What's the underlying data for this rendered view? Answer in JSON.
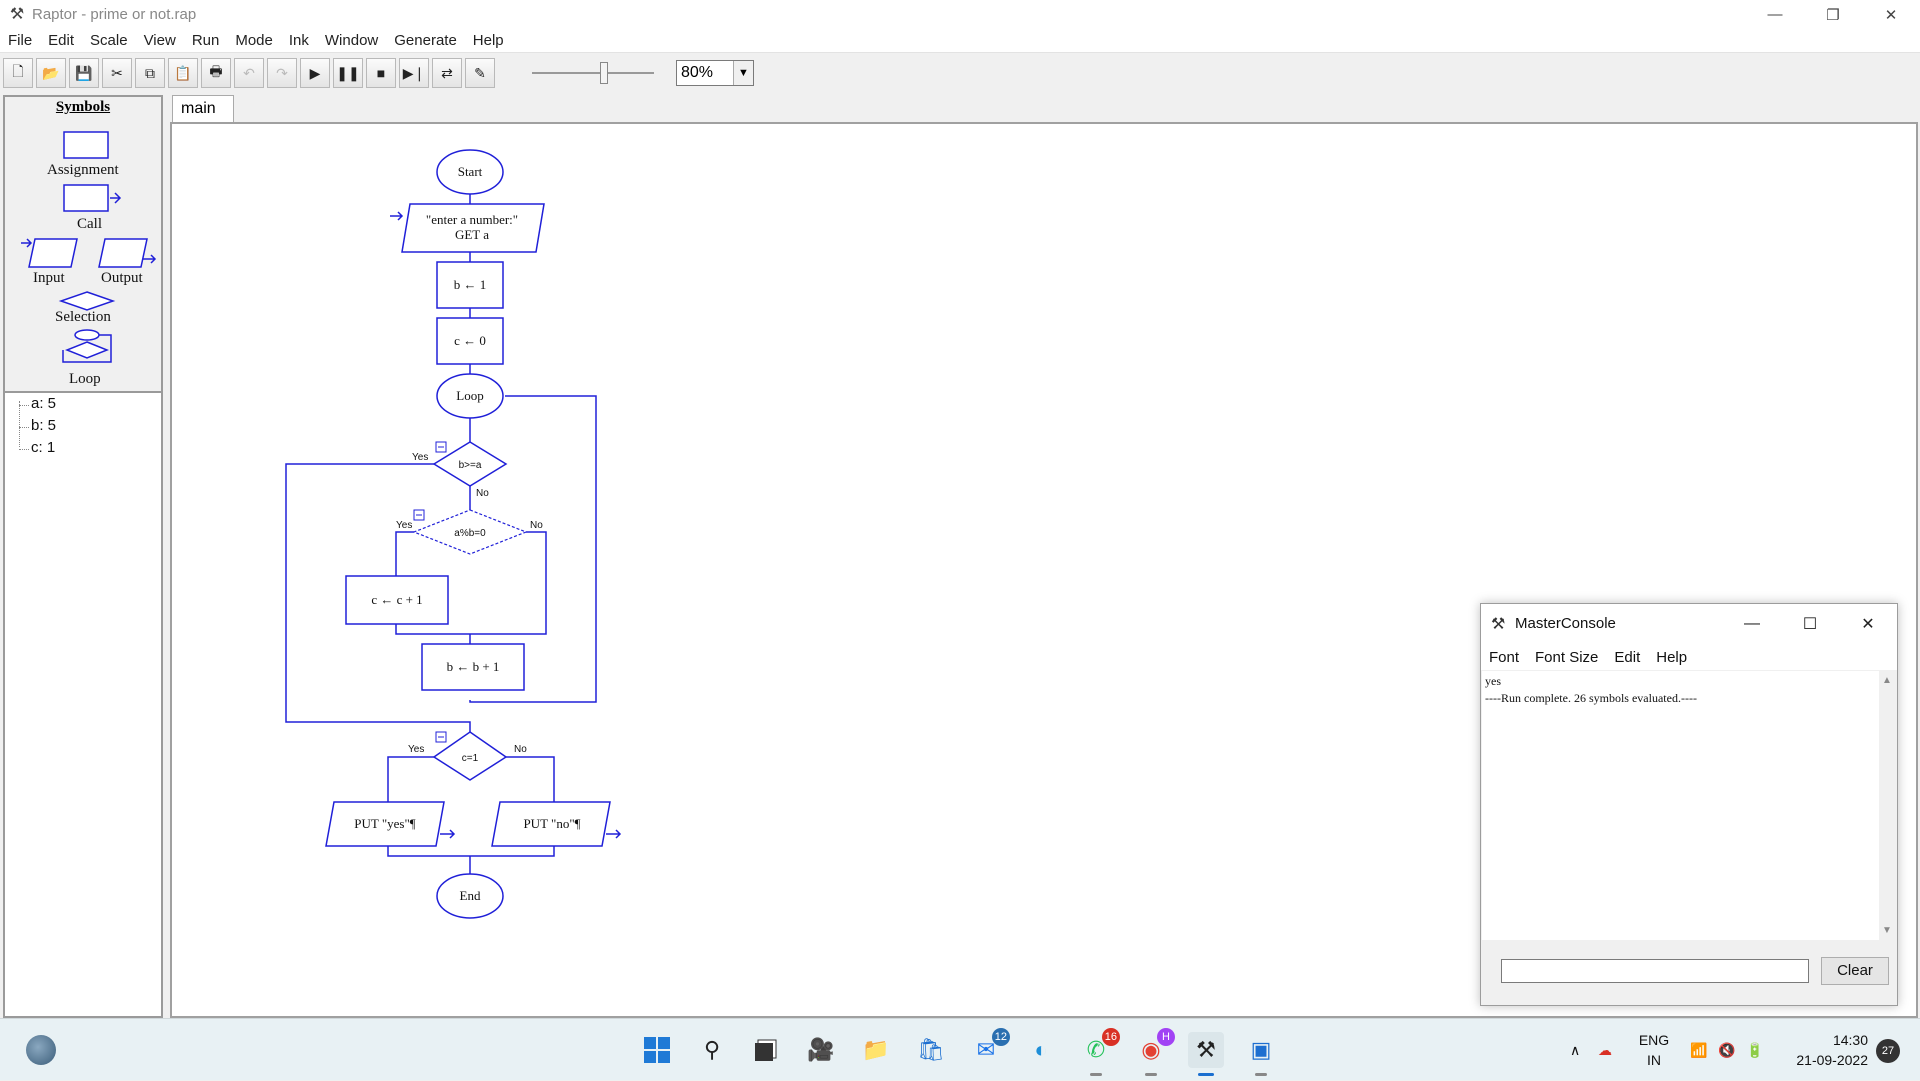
{
  "window": {
    "title": "Raptor - prime or not.rap",
    "minimize": "—",
    "restore": "❐",
    "close": "✕"
  },
  "menu": [
    "File",
    "Edit",
    "Scale",
    "View",
    "Run",
    "Mode",
    "Ink",
    "Window",
    "Generate",
    "Help"
  ],
  "toolbar": {
    "zoom_value": "80%"
  },
  "symbols": {
    "title": "Symbols",
    "assignment": "Assignment",
    "call": "Call",
    "input": "Input",
    "output": "Output",
    "selection": "Selection",
    "loop": "Loop"
  },
  "variables": [
    "a: 5",
    "b: 5",
    "c: 1"
  ],
  "tabs": [
    "main"
  ],
  "flowchart": {
    "start": "Start",
    "input_prompt": "\"enter a number:\"",
    "input_get": "GET a",
    "assign_b": "b ← 1",
    "assign_c": "c ← 0",
    "loop": "Loop",
    "cond1": "b>=a",
    "cond1_yes": "Yes",
    "cond1_no": "No",
    "cond2": "a%b=0",
    "cond2_yes": "Yes",
    "cond2_no": "No",
    "assign_cinc": "c ← c + 1",
    "assign_binc": "b ← b + 1",
    "cond3": "c=1",
    "cond3_yes": "Yes",
    "cond3_no": "No",
    "put_yes": "PUT \"yes\"¶",
    "put_no": "PUT \"no\"¶",
    "end": "End"
  },
  "console": {
    "title": "MasterConsole",
    "menu": [
      "Font",
      "Font Size",
      "Edit",
      "Help"
    ],
    "output": [
      "yes",
      "----Run complete.  26 symbols evaluated.----"
    ],
    "clear": "Clear"
  },
  "taskbar": {
    "mail_badge": "12",
    "whatsapp_badge": "16",
    "chrome_badge": "H",
    "lang": "ENG",
    "region": "IN",
    "time": "14:30",
    "date": "21-09-2022",
    "notifications": "27"
  },
  "colors": {
    "flowchart_blue": "#2020d8",
    "canvas_bg": "#ffffff"
  }
}
